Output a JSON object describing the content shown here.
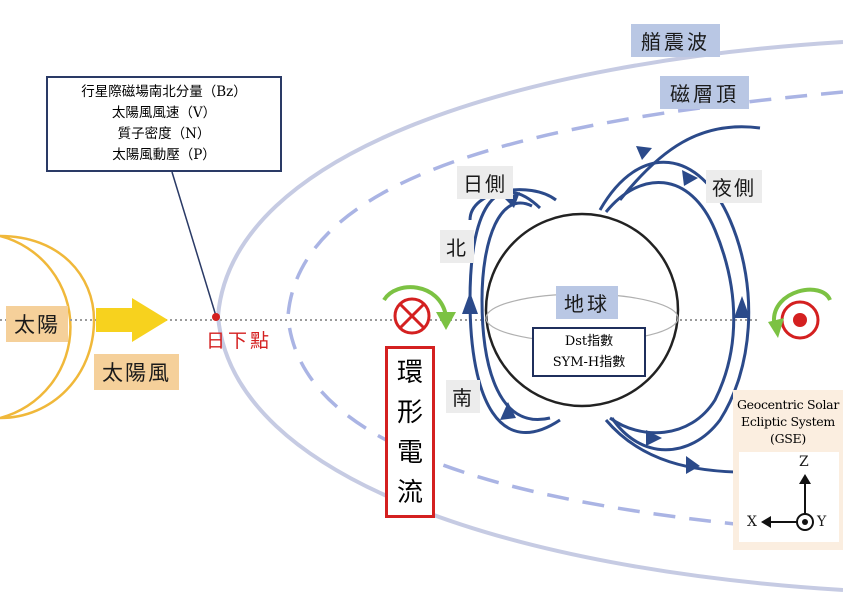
{
  "labels": {
    "bow_shock": "艏震波",
    "magnetopause": "磁層頂",
    "dayside": "日側",
    "nightside": "夜側",
    "north": "北",
    "south": "南",
    "earth": "地球",
    "sun": "太陽",
    "solar_wind": "太陽風",
    "subsolar_point": "日下點"
  },
  "parameters": [
    "行星際磁場南北分量（Bz）",
    "太陽風風速（V）",
    "質子密度（N）",
    "太陽風動壓（P）"
  ],
  "indices": [
    "Dst指數",
    "SYM-H指數"
  ],
  "ring_current": [
    "環",
    "形",
    "電",
    "流"
  ],
  "gse": {
    "title_lines": [
      "Geocentric Solar",
      "Ecliptic System",
      "(GSE)"
    ],
    "axis_z": "Z",
    "axis_x": "X",
    "axis_y": "Y"
  },
  "colors": {
    "bow_shock": "#c6cbe3",
    "magnetopause": "#aab4e4",
    "field_lines": "#2b4a8a",
    "sun": "#f0b83a",
    "solar_wind_arrow": "#f7d21e",
    "subsolar_point": "#d42020",
    "ring_current": "#d42020",
    "rotation_arrows": "#7cc243",
    "label_gray": "#ececec",
    "label_blue": "#b9c7e4",
    "label_tan": "#f5d09a"
  }
}
